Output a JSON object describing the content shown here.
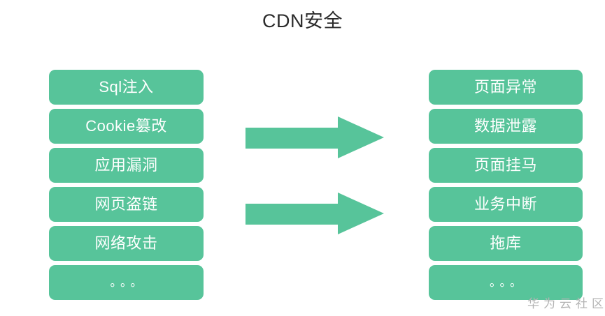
{
  "slide": {
    "title": "CDN安全",
    "background_color": "#ffffff",
    "accent_color": "#57c49a",
    "box_text_color": "#ffffff",
    "title_color": "#2b2b2b"
  },
  "left_column": {
    "name": "threats",
    "items": [
      {
        "label": "Sql注入"
      },
      {
        "label": "Cookie篡改"
      },
      {
        "label": "应用漏洞"
      },
      {
        "label": "网页盗链"
      },
      {
        "label": "网络攻击"
      },
      {
        "label": "。。。"
      }
    ]
  },
  "right_column": {
    "name": "consequences",
    "items": [
      {
        "label": "页面异常"
      },
      {
        "label": "数据泄露"
      },
      {
        "label": "页面挂马"
      },
      {
        "label": "业务中断"
      },
      {
        "label": "拖库"
      },
      {
        "label": "。。。"
      }
    ]
  },
  "arrows": [
    {
      "name": "arrow-top",
      "direction": "right",
      "color": "#57c49a"
    },
    {
      "name": "arrow-bottom",
      "direction": "right",
      "color": "#57c49a"
    }
  ],
  "watermark": {
    "text": "华为云社区",
    "color": "#b4b4b4"
  }
}
